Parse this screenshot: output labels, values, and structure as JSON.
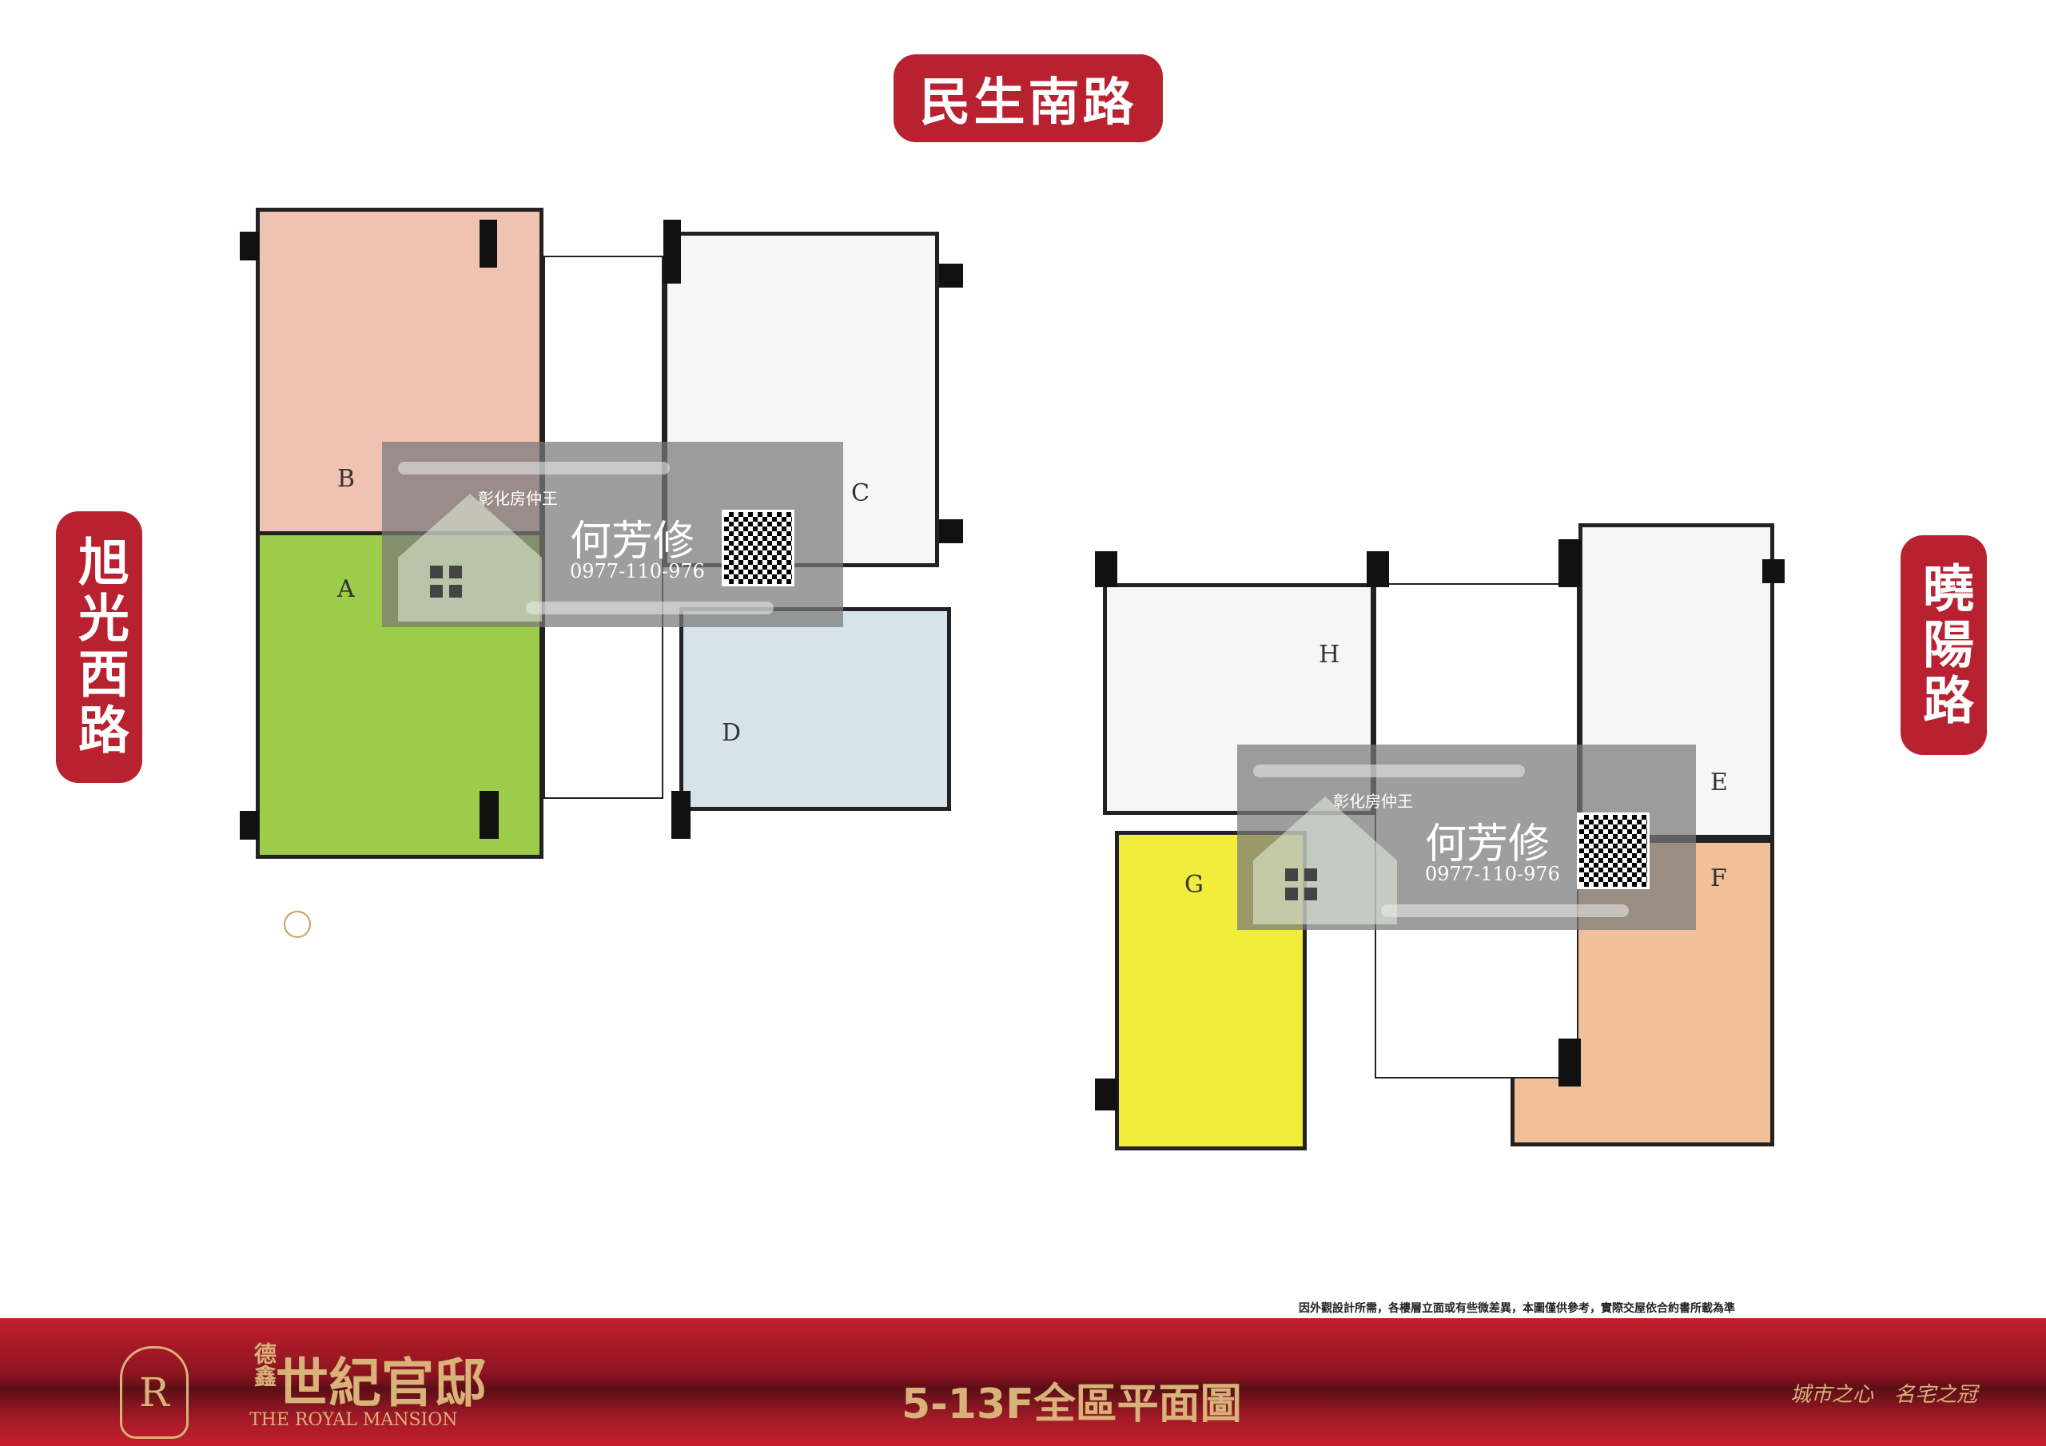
{
  "roads": {
    "top": "民生南路",
    "left": "旭光西路",
    "right": "曉陽路"
  },
  "units": {
    "A": "A",
    "B": "B",
    "C": "C",
    "D": "D",
    "E": "E",
    "F": "F",
    "G": "G",
    "H": "H"
  },
  "watermark": {
    "brand": "彰化房仲王",
    "name": "何芳修",
    "phone": "0977-110-976"
  },
  "disclaimer": "因外觀設計所需，各樓層立面或有些微差異，本圖僅供參考，實際交屋依合約書所載為準",
  "footer": {
    "logo_small": "德鑫",
    "logo_main": "世紀官邸",
    "logo_en": "THE ROYAL MANSION",
    "title": "5-13F全區平面圖",
    "slogan": "城市之心　名宅之冠"
  },
  "colors": {
    "accent": "#b8212f",
    "unitA": "#9ccc4a",
    "unitB": "#f0c2b2",
    "unitD": "#d6e4ea",
    "unitF": "#f0c09a",
    "unitG": "#f2ec3a"
  }
}
